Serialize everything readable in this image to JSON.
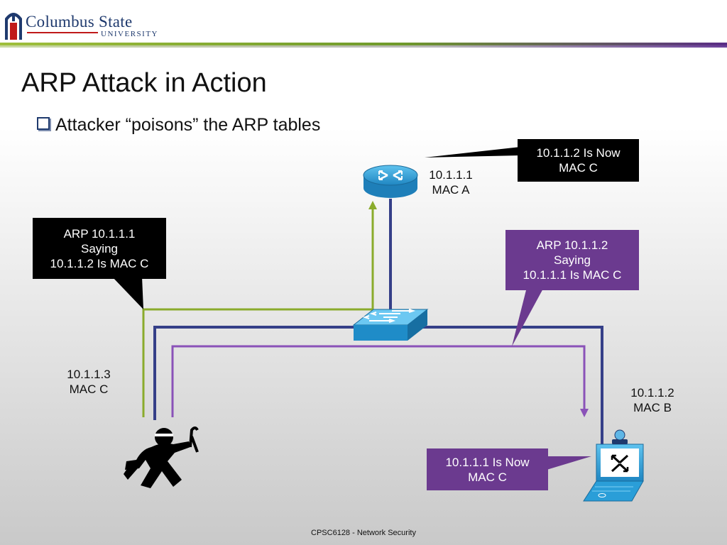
{
  "header": {
    "logo_name": "Columbus State",
    "logo_sub": "UNIVERSITY"
  },
  "title": "ARP Attack in Action",
  "bullet": "Attacker “poisons” the ARP tables",
  "nodes": {
    "router": {
      "ip": "10.1.1.1",
      "mac": "MAC A"
    },
    "attacker": {
      "ip": "10.1.1.3",
      "mac": "MAC C"
    },
    "victim": {
      "ip": "10.1.1.2",
      "mac": "MAC B"
    }
  },
  "callouts": {
    "router_table": {
      "line1": "10.1.1.2 Is Now",
      "line2": "MAC C"
    },
    "arp_to_router": {
      "line1": "ARP 10.1.1.1",
      "line2": "Saying",
      "line3": "10.1.1.2 Is MAC C"
    },
    "arp_to_victim": {
      "line1": "ARP 10.1.1.2",
      "line2": "Saying",
      "line3": "10.1.1.1 Is MAC C"
    },
    "victim_table": {
      "line1": "10.1.1.1 Is Now",
      "line2": "MAC C"
    }
  },
  "footer": "CPSC6128 - Network Security",
  "colors": {
    "link_navy": "#353f88",
    "arp_green": "#8aab2c",
    "arp_purple": "#8a52b8",
    "callout_black": "#000000",
    "callout_purple": "#6b3a8f",
    "device_blue": "#2a9ed8"
  },
  "icons": [
    "university-logo-icon",
    "router-icon",
    "switch-icon",
    "attacker-figure-icon",
    "laptop-icon",
    "user-icon"
  ]
}
